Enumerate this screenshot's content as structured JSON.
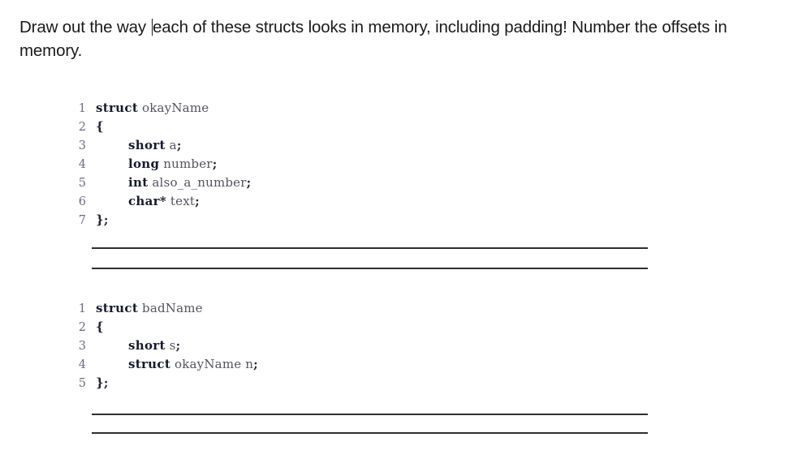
{
  "page": {
    "background": "#ffffff",
    "text_color": "#1a1a1a"
  },
  "prompt": {
    "part_before_caret": "Draw out the way ",
    "part_after_caret": "each of these structs looks in memory, including padding! Number the offsets in memory.",
    "caret_present": true
  },
  "listings": [
    {
      "id": "okayName",
      "lines": [
        {
          "n": "1",
          "segments": [
            {
              "t": "struct",
              "c": "kw"
            },
            {
              "t": " ",
              "c": "plain"
            },
            {
              "t": "okayName",
              "c": "id"
            }
          ]
        },
        {
          "n": "2",
          "segments": [
            {
              "t": "{",
              "c": "punct"
            }
          ]
        },
        {
          "n": "3",
          "segments": [
            {
              "t": "    ",
              "c": "ind"
            },
            {
              "t": "short",
              "c": "kw"
            },
            {
              "t": " ",
              "c": "plain"
            },
            {
              "t": "a",
              "c": "id"
            },
            {
              "t": ";",
              "c": "punct"
            }
          ]
        },
        {
          "n": "4",
          "segments": [
            {
              "t": "    ",
              "c": "ind"
            },
            {
              "t": "long",
              "c": "kw"
            },
            {
              "t": " ",
              "c": "plain"
            },
            {
              "t": "number",
              "c": "id"
            },
            {
              "t": ";",
              "c": "punct"
            }
          ]
        },
        {
          "n": "5",
          "segments": [
            {
              "t": "    ",
              "c": "ind"
            },
            {
              "t": "int",
              "c": "kw"
            },
            {
              "t": " ",
              "c": "plain"
            },
            {
              "t": "also_a_number",
              "c": "id"
            },
            {
              "t": ";",
              "c": "punct"
            }
          ]
        },
        {
          "n": "6",
          "segments": [
            {
              "t": "    ",
              "c": "ind"
            },
            {
              "t": "char",
              "c": "kw"
            },
            {
              "t": "*",
              "c": "star"
            },
            {
              "t": " ",
              "c": "plain"
            },
            {
              "t": "text",
              "c": "id"
            },
            {
              "t": ";",
              "c": "punct"
            }
          ]
        },
        {
          "n": "7",
          "segments": [
            {
              "t": "}",
              "c": "punct"
            },
            {
              "t": ";",
              "c": "punct"
            }
          ]
        }
      ]
    },
    {
      "id": "badName",
      "lines": [
        {
          "n": "1",
          "segments": [
            {
              "t": "struct",
              "c": "kw"
            },
            {
              "t": " ",
              "c": "plain"
            },
            {
              "t": "badName",
              "c": "id"
            }
          ]
        },
        {
          "n": "2",
          "segments": [
            {
              "t": "{",
              "c": "punct"
            }
          ]
        },
        {
          "n": "3",
          "segments": [
            {
              "t": "    ",
              "c": "ind"
            },
            {
              "t": "short",
              "c": "kw"
            },
            {
              "t": " ",
              "c": "plain"
            },
            {
              "t": "s",
              "c": "id"
            },
            {
              "t": ";",
              "c": "punct"
            }
          ]
        },
        {
          "n": "4",
          "segments": [
            {
              "t": "    ",
              "c": "ind"
            },
            {
              "t": "struct",
              "c": "kw"
            },
            {
              "t": " ",
              "c": "plain"
            },
            {
              "t": "okayName",
              "c": "id"
            },
            {
              "t": " ",
              "c": "plain"
            },
            {
              "t": "n",
              "c": "id"
            },
            {
              "t": ";",
              "c": "punct"
            }
          ]
        },
        {
          "n": "5",
          "segments": [
            {
              "t": "}",
              "c": "punct"
            },
            {
              "t": ";",
              "c": "punct"
            }
          ]
        }
      ]
    }
  ],
  "answer_rules": {
    "count": 4,
    "color": "#2f2f2f"
  },
  "colors": {
    "line_number": "#6f6a84",
    "keyword": "#171a2e",
    "identifier": "#56525f",
    "rule": "#2f2f2f"
  }
}
